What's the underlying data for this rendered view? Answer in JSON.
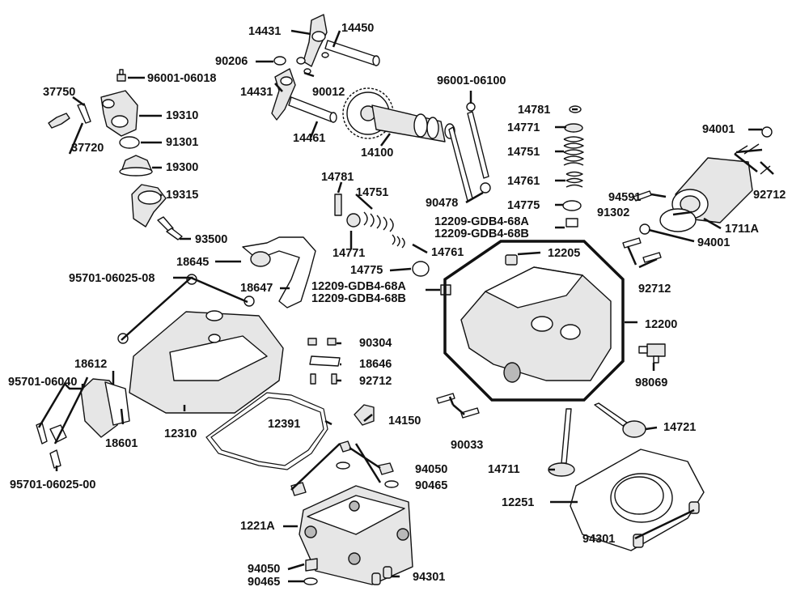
{
  "labels": {
    "p14431_top": "14431",
    "p14450": "14450",
    "p90206": "90206",
    "p14431_mid": "14431",
    "p90012": "90012",
    "p96001_06018": "96001-06018",
    "p37750": "37750",
    "p19310": "19310",
    "p37720": "37720",
    "p91301": "91301",
    "p19300": "19300",
    "p19315": "19315",
    "p93500": "93500",
    "p14461": "14461",
    "p14100": "14100",
    "p96001_06100": "96001-06100",
    "p14781_right": "14781",
    "p14771_right": "14771",
    "p14751_right": "14751",
    "p14761_right": "14761",
    "p90478": "90478",
    "p14775_right": "14775",
    "p12209_68A_top": "12209-GDB4-68A",
    "p12209_68B_top": "12209-GDB4-68B",
    "p94001_top": "94001",
    "p92712_right": "92712",
    "p94591": "94591",
    "p91302": "91302",
    "p1711A": "1711A",
    "p94001_mid": "94001",
    "p14781_mid": "14781",
    "p14751_mid": "14751",
    "p14771_mid": "14771",
    "p14761_mid": "14761",
    "p14775_mid": "14775",
    "p12209_68A_mid": "12209-GDB4-68A",
    "p12209_68B_mid": "12209-GDB4-68B",
    "p12205": "12205",
    "p92712_mid": "92712",
    "p12200": "12200",
    "p98069": "98069",
    "p18645": "18645",
    "p95701_06025_08": "95701-06025-08",
    "p18647": "18647",
    "p90304": "90304",
    "p18646": "18646",
    "p92712_left": "92712",
    "p18612": "18612",
    "p95701_06040": "95701-06040",
    "p18601": "18601",
    "p12310": "12310",
    "p12391": "12391",
    "p14150": "14150",
    "p90033": "90033",
    "p14721": "14721",
    "p95701_06025_00": "95701-06025-00",
    "p94050_top": "94050",
    "p90465_top": "90465",
    "p14711": "14711",
    "p12251": "12251",
    "p1221A": "1221A",
    "p94301_right": "94301",
    "p94050_bot": "94050",
    "p90465_bot": "90465",
    "p94301_bot": "94301"
  }
}
